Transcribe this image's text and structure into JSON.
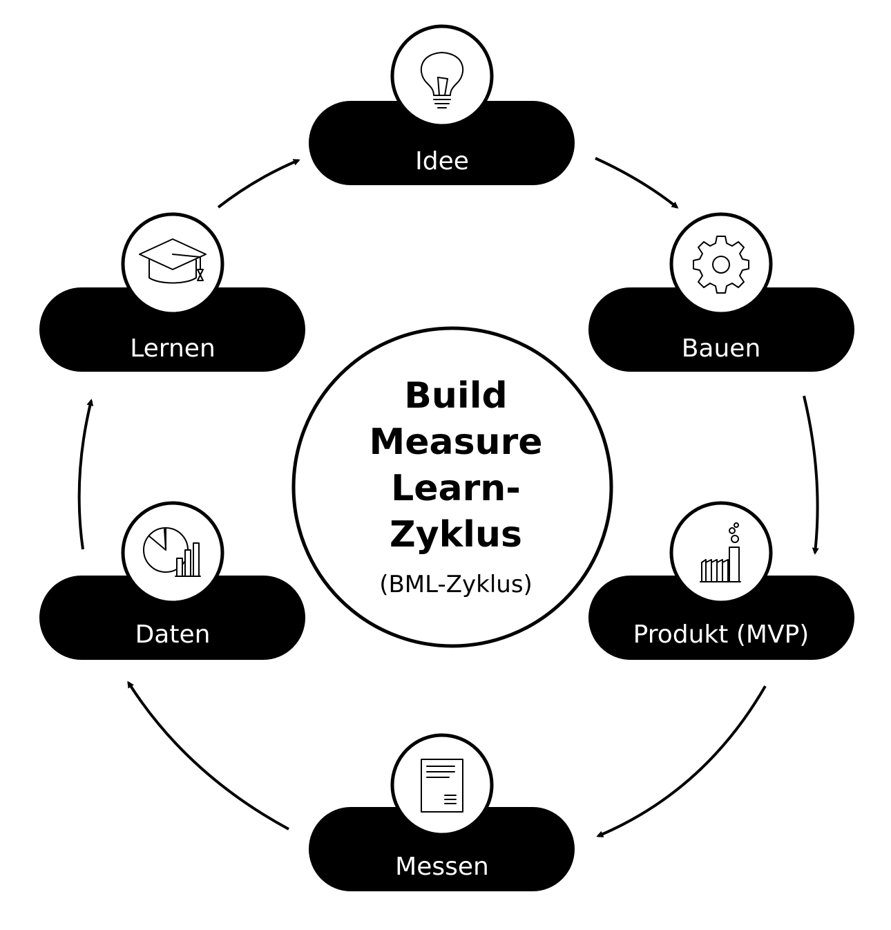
{
  "diagram": {
    "center": {
      "title_lines": [
        "Build",
        "Measure",
        "Learn-",
        "Zyklus"
      ],
      "subtitle": "(BML-Zyklus)"
    },
    "steps": [
      {
        "id": "idee",
        "label": "Idee",
        "icon": "lightbulb-icon"
      },
      {
        "id": "bauen",
        "label": "Bauen",
        "icon": "gear-icon"
      },
      {
        "id": "produkt",
        "label": "Produkt (MVP)",
        "icon": "factory-icon"
      },
      {
        "id": "messen",
        "label": "Messen",
        "icon": "document-icon"
      },
      {
        "id": "daten",
        "label": "Daten",
        "icon": "pie-bar-chart-icon"
      },
      {
        "id": "lernen",
        "label": "Lernen",
        "icon": "graduation-cap-icon"
      }
    ],
    "colors": {
      "pill": "#000000",
      "pill_text": "#ffffff",
      "background": "#ffffff"
    }
  }
}
